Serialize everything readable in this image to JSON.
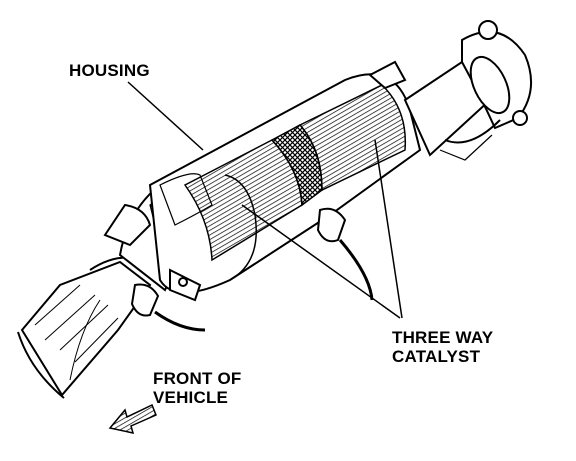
{
  "labels": {
    "housing": "HOUSING",
    "catalyst_line1": "THREE WAY",
    "catalyst_line2": "CATALYST",
    "front_line1": "FRONT OF",
    "front_line2": "VEHICLE"
  },
  "colors": {
    "ink": "#000000",
    "paper": "#ffffff",
    "shade": "#dddddd"
  }
}
